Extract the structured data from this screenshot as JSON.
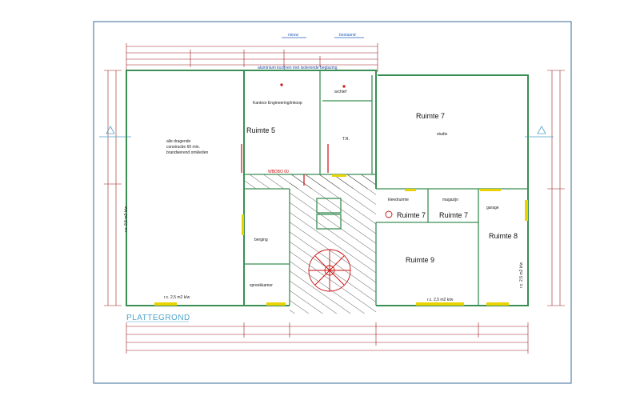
{
  "colors": {
    "wall": "#3a8f55",
    "red": "#cc1111",
    "yellow": "#e9d200",
    "dim": "#9a1b1b",
    "blue": "#2a5fb8",
    "accent_text": "#4fa3c9"
  },
  "header": {
    "legend_new": "nieuw",
    "legend_existing": "bestaand",
    "aluminium_note": "aluminium kozijnen met isolerende beglazing"
  },
  "title": "PLATTEGROND",
  "rooms": {
    "ruimte5": "Ruimte 5",
    "ruimte7_large": "Ruimte 7",
    "ruimte7_a": "Ruimte 7",
    "ruimte7_b": "Ruimte 7",
    "ruimte8": "Ruimte 8",
    "ruimte9": "Ruimte 9"
  },
  "small_labels": {
    "kantoor": "Kantoor Engineering/inkoop",
    "archief": "archief",
    "tr": "T.R.",
    "studio": "studio",
    "kleedruimte": "kleedruimte",
    "magazijn": "magazijn",
    "garage": "garage",
    "berging": "berging",
    "spreekkamer": "spreekkamer",
    "brandwerend_1": "alle dragende",
    "brandwerend_2": "constructie 60 min.",
    "brandwerend_3": "brandwerend omkleden",
    "rc_left": "r.c. 2,5 m2 k/w",
    "rc_bottom_left": "r.c. 2,5 m2 k/w",
    "rc_bottom_right": "r.c. 2,5 m2 k/w",
    "rc_right": "r.c. 2,5 m2 k/w",
    "wbdbo": "WBDBO 60"
  }
}
